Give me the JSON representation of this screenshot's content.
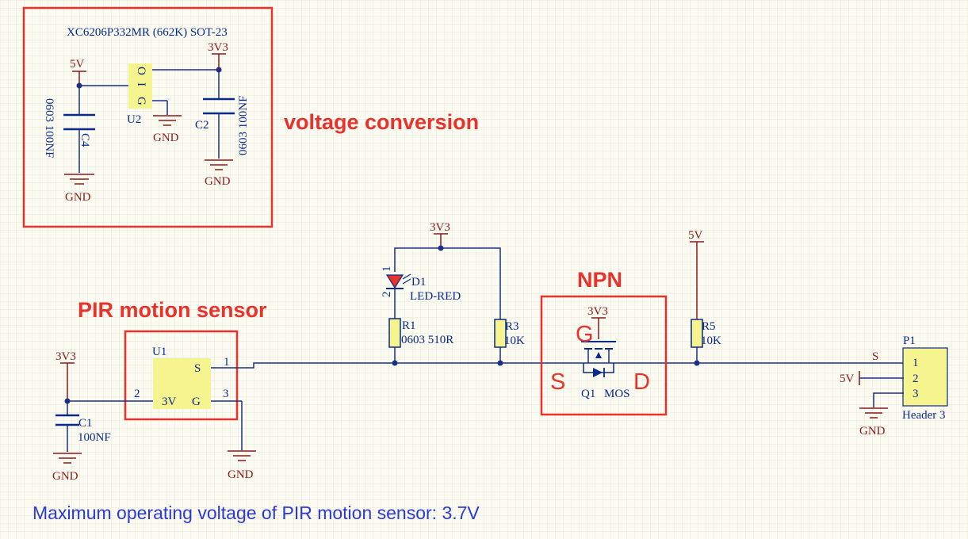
{
  "colors": {
    "wire": "#1a2f86",
    "net_label": "#8b1a1a",
    "component": "#0a2a8a",
    "body_fill": "#f6f48f",
    "annotation": "#e8322b",
    "grid": "#e3e3d4",
    "background": "#fbfbf2",
    "note": "#2b39d6"
  },
  "sections": {
    "voltage_conversion": "voltage conversion",
    "pir": "PIR motion sensor",
    "npn": "NPN"
  },
  "regulator": {
    "part": "XC6206P332MR (662K) SOT-23",
    "ref": "U2",
    "pin_o": "O",
    "pin_i": "I",
    "pin_g": "G"
  },
  "caps": {
    "c4_ref": "C4",
    "c4_val": "0603 100NF",
    "c2_ref": "C2",
    "c2_val": "0603 100NF",
    "c1_ref": "C1",
    "c1_val": "100NF"
  },
  "nets": {
    "v5": "5V",
    "v33": "3V3",
    "gnd": "GND",
    "s": "S"
  },
  "pir_sensor": {
    "ref": "U1",
    "pin_s": "S",
    "pin_3v": "3V",
    "pin_g": "G",
    "num1": "1",
    "num2": "2",
    "num3": "3"
  },
  "led": {
    "ref": "D1",
    "val": "LED-RED",
    "pin1": "1",
    "pin2": "2"
  },
  "resistors": {
    "r1_ref": "R1",
    "r1_val": "0603 510R",
    "r3_ref": "R3",
    "r3_val": "10K",
    "r5_ref": "R5",
    "r5_val": "10K"
  },
  "mosfet": {
    "ref": "Q1",
    "val": "MOS",
    "g": "G",
    "s": "S",
    "d": "D"
  },
  "header": {
    "ref": "P1",
    "val": "Header 3",
    "pin1": "1",
    "pin2": "2",
    "pin3": "3"
  },
  "note": "Maximum operating voltage of PIR motion sensor: 3.7V"
}
